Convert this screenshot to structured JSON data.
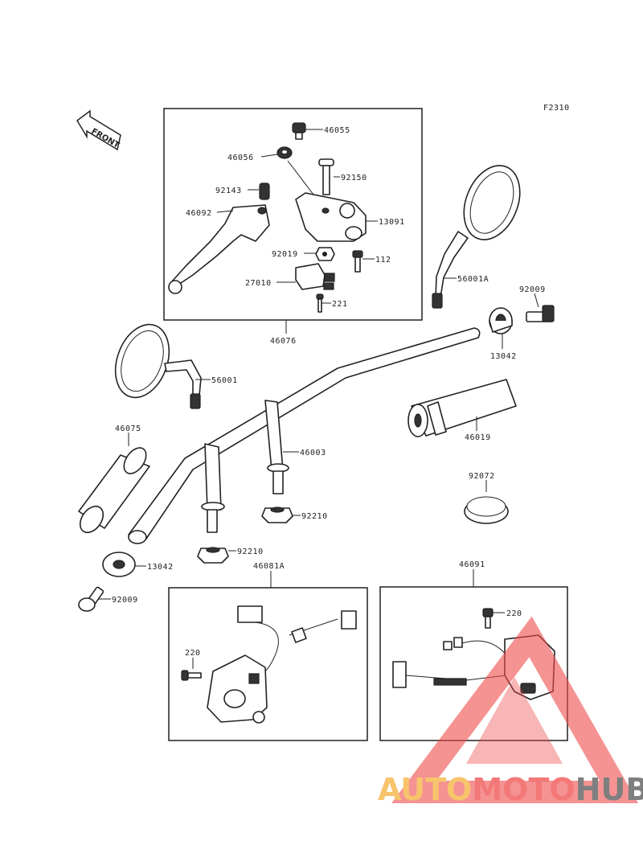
{
  "diagram": {
    "figure_code": "F2310",
    "front_label": "FRONT",
    "parts": [
      {
        "id": "p46055",
        "label": "46055"
      },
      {
        "id": "p46056",
        "label": "46056"
      },
      {
        "id": "p92150",
        "label": "92150"
      },
      {
        "id": "p92143",
        "label": "92143"
      },
      {
        "id": "p46092",
        "label": "46092"
      },
      {
        "id": "p13091",
        "label": "13091"
      },
      {
        "id": "p92019",
        "label": "92019"
      },
      {
        "id": "p112",
        "label": "112"
      },
      {
        "id": "p27010",
        "label": "27010"
      },
      {
        "id": "p221",
        "label": "221"
      },
      {
        "id": "p46076",
        "label": "46076"
      },
      {
        "id": "p56001A",
        "label": "56001A"
      },
      {
        "id": "p92009a",
        "label": "92009"
      },
      {
        "id": "p13042a",
        "label": "13042"
      },
      {
        "id": "p56001",
        "label": "56001"
      },
      {
        "id": "p46075",
        "label": "46075"
      },
      {
        "id": "p46003",
        "label": "46003"
      },
      {
        "id": "p46019",
        "label": "46019"
      },
      {
        "id": "p92072",
        "label": "92072"
      },
      {
        "id": "p92210a",
        "label": "92210"
      },
      {
        "id": "p92210b",
        "label": "92210"
      },
      {
        "id": "p13042b",
        "label": "13042"
      },
      {
        "id": "p92009b",
        "label": "92009"
      },
      {
        "id": "p46081A",
        "label": "46081A"
      },
      {
        "id": "p220a",
        "label": "220"
      },
      {
        "id": "p46091",
        "label": "46091"
      },
      {
        "id": "p220b",
        "label": "220"
      }
    ]
  },
  "watermark": {
    "part1": "AUTO",
    "part2": "MOTO",
    "part3": "HUB",
    "color1": "#f5b13a",
    "color2": "#ef4b4b",
    "color3": "#555555"
  }
}
